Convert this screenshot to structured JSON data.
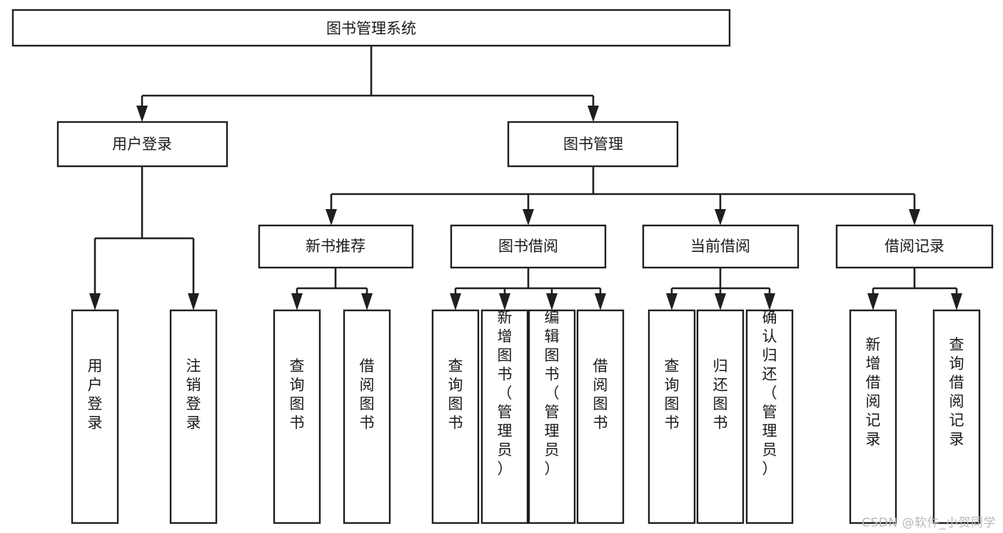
{
  "diagram": {
    "type": "tree-hierarchy-chart",
    "title": "图书管理系统",
    "watermark": "CSDN @软件_小贺同学",
    "colors": {
      "stroke": "#1f1f1f",
      "fill": "#ffffff",
      "text": "#1a1a1a",
      "watermark": "#b9b9b9"
    },
    "root": {
      "label": "图书管理系统"
    },
    "level2": [
      {
        "label": "用户登录"
      },
      {
        "label": "图书管理"
      }
    ],
    "level3": [
      {
        "label": "新书推荐"
      },
      {
        "label": "图书借阅"
      },
      {
        "label": "当前借阅"
      },
      {
        "label": "借阅记录"
      }
    ],
    "leaves": {
      "user_login": [
        {
          "label": "用户登录"
        },
        {
          "label": "注销登录"
        }
      ],
      "new_book_recommend": [
        {
          "label": "查询图书"
        },
        {
          "label": "借阅图书"
        }
      ],
      "book_borrow": [
        {
          "label": "查询图书"
        },
        {
          "label": "新增图书（管理员）"
        },
        {
          "label": "编辑图书（管理员）"
        },
        {
          "label": "借阅图书"
        }
      ],
      "current_borrow": [
        {
          "label": "查询图书"
        },
        {
          "label": "归还图书"
        },
        {
          "label": "确认归还（管理员）"
        }
      ],
      "borrow_record": [
        {
          "label": "新增借阅记录"
        },
        {
          "label": "查询借阅记录"
        }
      ]
    }
  }
}
